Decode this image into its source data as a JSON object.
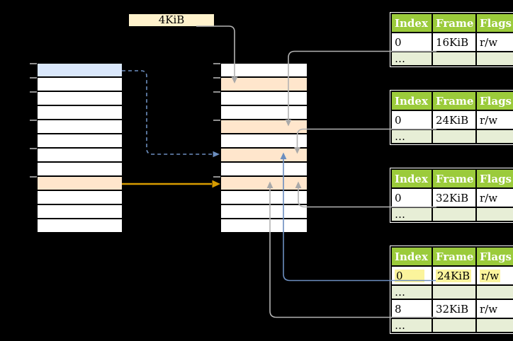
{
  "diagram": {
    "size_label": "4KiB"
  },
  "colors": {
    "header_green": "#9bcb3b",
    "ellipsis_green": "#e7eed6",
    "cell_blue": "#dae8fc",
    "cell_orange": "#ffe6cc",
    "label_bg": "#fff2cc",
    "highlight_yellow": "#fbf49c",
    "arrow_orange": "#d79b00",
    "arrow_blue": "#6c8ebf",
    "line_gray": "#b3b3b3",
    "arrowhead_gray": "#a9a9a9",
    "tick_gray": "#8f8f8f"
  },
  "memory_columns": [
    {
      "name": "virtual-memory",
      "rows": [
        "blue",
        "white",
        "white",
        "white",
        "white",
        "white",
        "white",
        "white",
        "orange",
        "white",
        "white",
        "white"
      ],
      "ticks_y": [
        90,
        110,
        130,
        170,
        210,
        250
      ]
    },
    {
      "name": "physical-memory",
      "rows": [
        "white",
        "orange",
        "white",
        "white",
        "orange",
        "white",
        "orange",
        "white",
        "orange",
        "white",
        "white",
        "white"
      ],
      "ticks_y": [
        90,
        110,
        130,
        170,
        250
      ]
    }
  ],
  "page_tables": [
    {
      "headers": [
        "Index",
        "Frame",
        "Flags"
      ],
      "rows": [
        {
          "type": "data",
          "highlight": false,
          "cells": [
            "0",
            "16KiB",
            "r/w"
          ]
        },
        {
          "type": "ellipsis",
          "highlight": false,
          "cells": [
            "…",
            "",
            ""
          ]
        }
      ]
    },
    {
      "headers": [
        "Index",
        "Frame",
        "Flags"
      ],
      "rows": [
        {
          "type": "data",
          "highlight": false,
          "cells": [
            "0",
            "24KiB",
            "r/w"
          ]
        },
        {
          "type": "ellipsis",
          "highlight": false,
          "cells": [
            "…",
            "",
            ""
          ]
        }
      ]
    },
    {
      "headers": [
        "Index",
        "Frame",
        "Flags"
      ],
      "rows": [
        {
          "type": "data",
          "highlight": false,
          "cells": [
            "0",
            "32KiB",
            "r/w"
          ]
        },
        {
          "type": "ellipsis",
          "highlight": false,
          "cells": [
            "…",
            "",
            ""
          ]
        }
      ]
    },
    {
      "headers": [
        "Index",
        "Frame",
        "Flags"
      ],
      "rows": [
        {
          "type": "data",
          "highlight": true,
          "cells": [
            "0",
            "24KiB",
            "r/w"
          ]
        },
        {
          "type": "ellipsis",
          "highlight": false,
          "cells": [
            "…",
            "",
            ""
          ]
        },
        {
          "type": "data",
          "highlight": false,
          "cells": [
            "8",
            "32KiB",
            "r/w"
          ]
        },
        {
          "type": "ellipsis",
          "highlight": false,
          "cells": [
            "…",
            "",
            ""
          ]
        }
      ]
    }
  ]
}
